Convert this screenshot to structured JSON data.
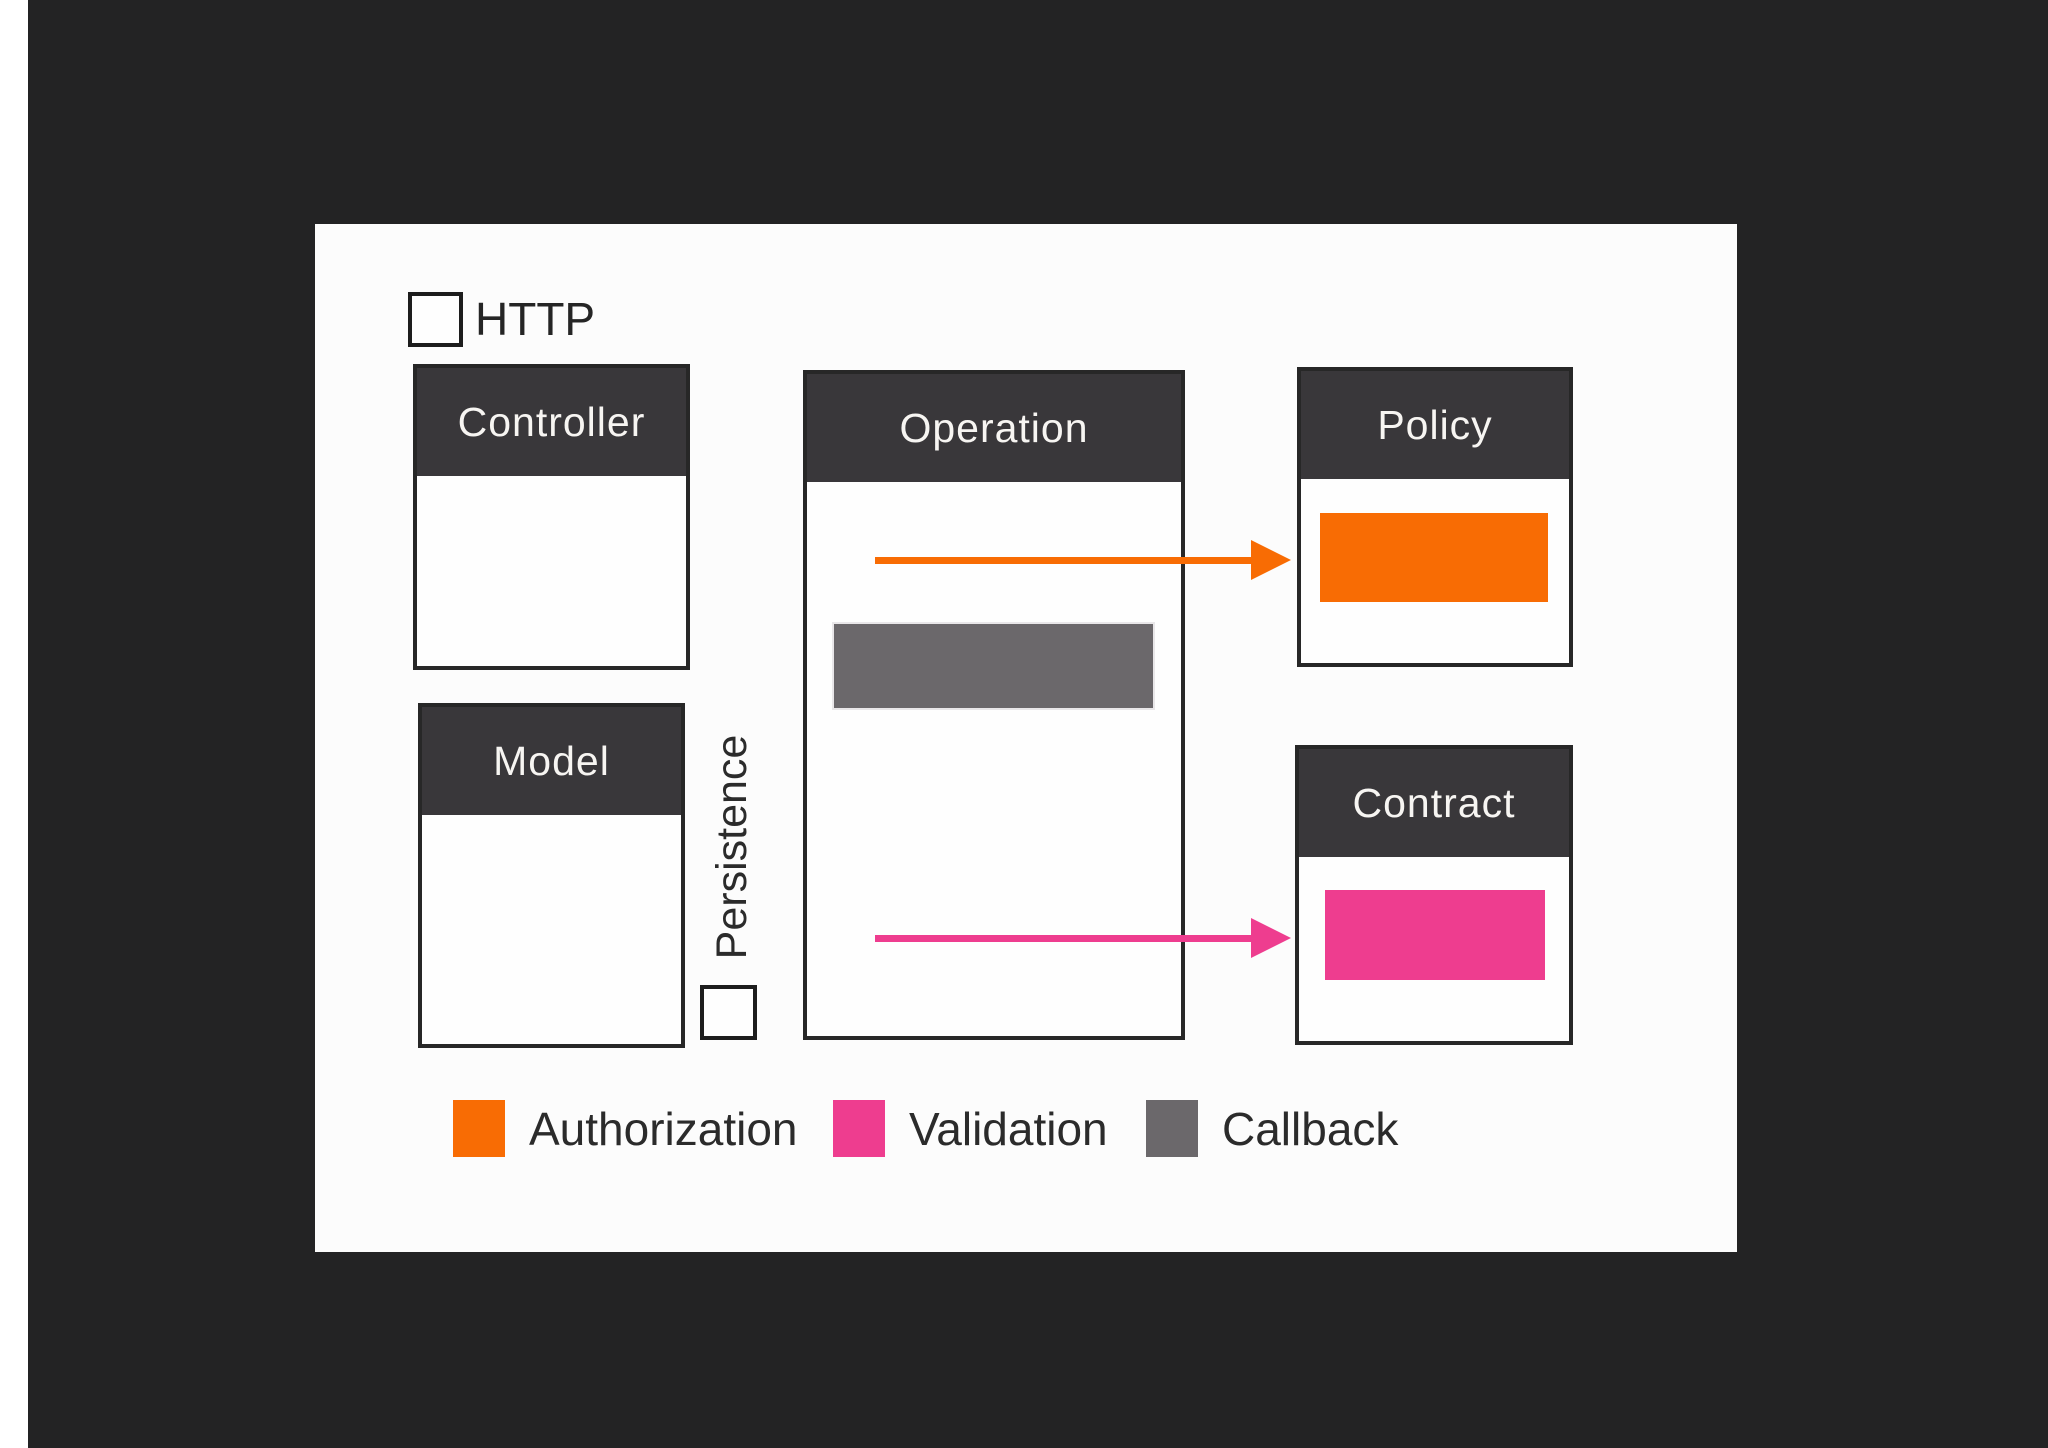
{
  "scene": {
    "background_color": "#232324",
    "left_strip_color": "#ffffff",
    "slide_color": "#fcfcfc"
  },
  "palette": {
    "box_header": "#39373a",
    "box_border": "#272727",
    "authorization": "#f86c04",
    "validation": "#ee3d8f",
    "callback": "#6b686b"
  },
  "http": {
    "label": "HTTP"
  },
  "persistence": {
    "label": "Persistence"
  },
  "boxes": {
    "controller": {
      "label": "Controller"
    },
    "operation": {
      "label": "Operation"
    },
    "policy": {
      "label": "Policy"
    },
    "model": {
      "label": "Model"
    },
    "contract": {
      "label": "Contract"
    }
  },
  "legend": {
    "items": [
      {
        "label": "Authorization",
        "color": "#f86c04"
      },
      {
        "label": "Validation",
        "color": "#ee3d8f"
      },
      {
        "label": "Callback",
        "color": "#6b686b"
      }
    ]
  }
}
